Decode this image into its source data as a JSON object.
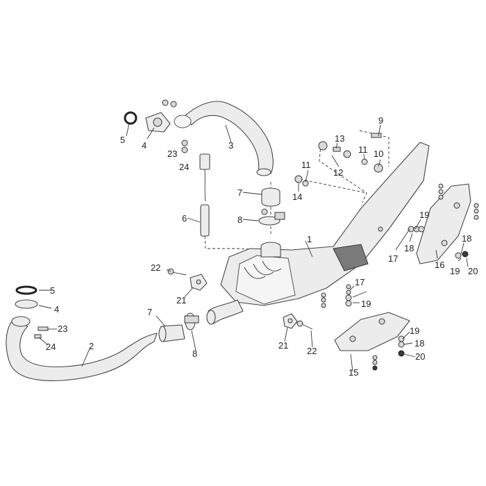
{
  "callouts": {
    "c1": "1",
    "c2": "2",
    "c3": "3",
    "c4a": "4",
    "c4b": "4",
    "c5a": "5",
    "c5b": "5",
    "c6": "6",
    "c7a": "7",
    "c7b": "7",
    "c8a": "8",
    "c8b": "8",
    "c9": "9",
    "c10": "10",
    "c11a": "11",
    "c11b": "11",
    "c12": "12",
    "c13": "13",
    "c14": "14",
    "c15": "15",
    "c16": "16",
    "c17a": "17",
    "c17b": "17",
    "c18a": "18",
    "c18b": "18",
    "c18c": "18",
    "c19a": "19",
    "c19b": "19",
    "c19c": "19",
    "c19d": "19",
    "c20a": "20",
    "c20b": "20",
    "c21a": "21",
    "c21b": "21",
    "c22a": "22",
    "c22b": "22",
    "c23a": "23",
    "c23b": "23",
    "c24a": "24",
    "c24b": "24"
  }
}
